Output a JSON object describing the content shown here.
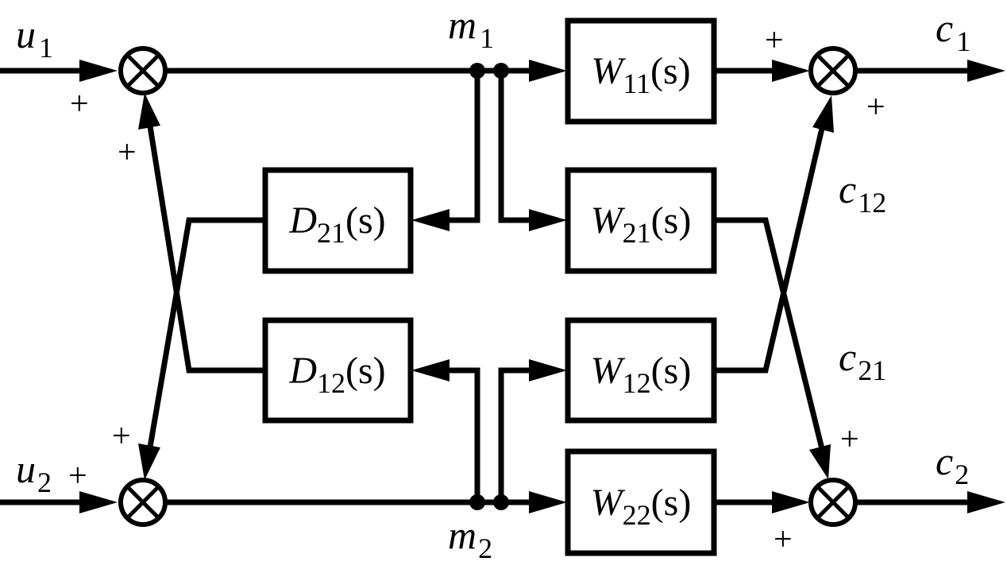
{
  "diagram": {
    "title": "Decoupling control block diagram",
    "inputs": [
      {
        "symbol": "u",
        "subscript": "1"
      },
      {
        "symbol": "u",
        "subscript": "2"
      }
    ],
    "manipulated": [
      {
        "symbol": "m",
        "subscript": "1"
      },
      {
        "symbol": "m",
        "subscript": "2"
      }
    ],
    "outputs": [
      {
        "symbol": "c",
        "subscript": "1"
      },
      {
        "symbol": "c",
        "subscript": "2"
      }
    ],
    "cross_signals": [
      {
        "symbol": "c",
        "subscript": "12"
      },
      {
        "symbol": "c",
        "subscript": "21"
      }
    ],
    "blocks": {
      "D21": {
        "symbol": "D",
        "subscript": "21",
        "arg": "(s)"
      },
      "D12": {
        "symbol": "D",
        "subscript": "12",
        "arg": "(s)"
      },
      "W11": {
        "symbol": "W",
        "subscript": "11",
        "arg": "(s)"
      },
      "W21": {
        "symbol": "W",
        "subscript": "21",
        "arg": "(s)"
      },
      "W12": {
        "symbol": "W",
        "subscript": "12",
        "arg": "(s)"
      },
      "W22": {
        "symbol": "W",
        "subscript": "22",
        "arg": "(s)"
      }
    },
    "signs": {
      "sum1_in_u1": "+",
      "sum1_in_d21": "+",
      "sum2_in_u2": "+",
      "sum2_in_d12": "+",
      "sum3_in_w11": "+",
      "sum3_in_c12": "+",
      "sum4_in_c21": "+",
      "sum4_in_w22": "+"
    },
    "junction_symbol": "⊗"
  }
}
